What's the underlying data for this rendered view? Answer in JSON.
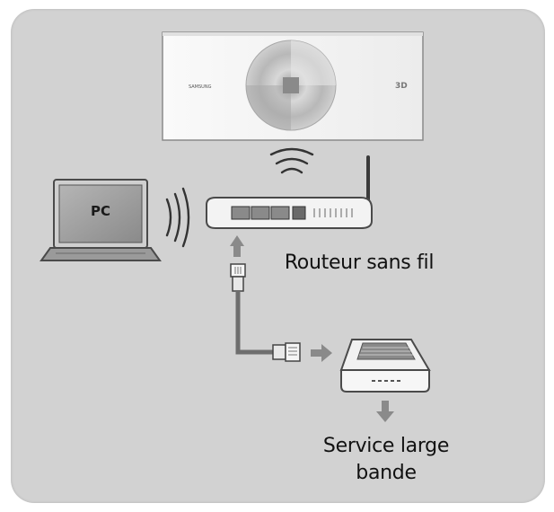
{
  "labels": {
    "pc": "PC",
    "router": "Routeur sans fil",
    "service_line1": "Service large",
    "service_line2": "bande"
  },
  "devices": {
    "tv_brand": "SAMSUNG",
    "tv_badge": "3D"
  },
  "colors": {
    "panel": "#d2d2d2",
    "device_body": "#f3f3f3",
    "outline": "#4a4a4a",
    "arrow": "#8a8a8a",
    "cable": "#6e6e6e",
    "text": "#111111"
  }
}
